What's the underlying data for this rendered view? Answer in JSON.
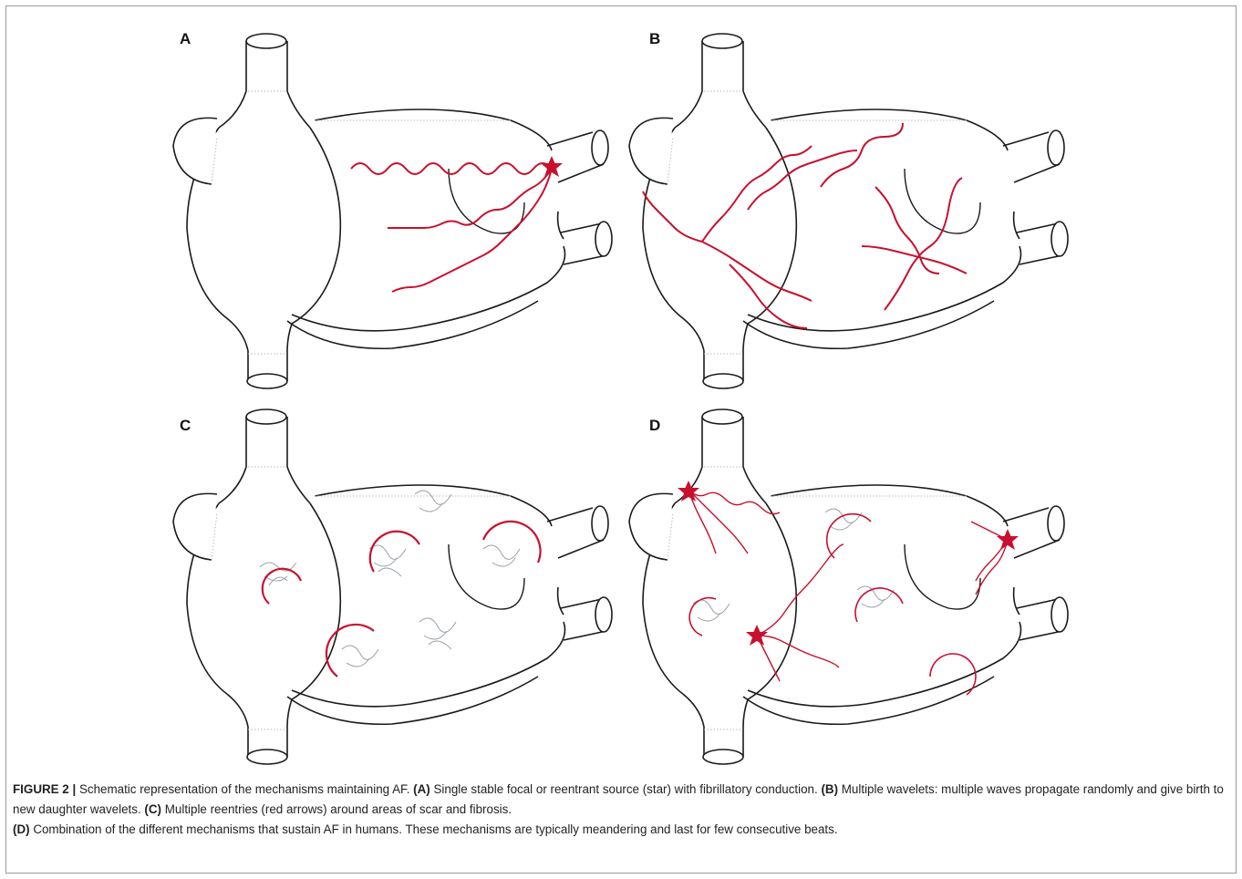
{
  "panels": [
    {
      "id": "A",
      "label": "A"
    },
    {
      "id": "B",
      "label": "B"
    },
    {
      "id": "C",
      "label": "C"
    },
    {
      "id": "D",
      "label": "D"
    }
  ],
  "caption": {
    "figure_label": "FIGURE 2 |",
    "intro": " Schematic representation of the mechanisms maintaining AF. ",
    "a_label": "(A)",
    "a_text": " Single stable focal or reentrant source (star) with fibrillatory conduction. ",
    "b_label": "(B)",
    "b_text": " Multiple wavelets: multiple waves propagate randomly and give birth to new daughter wavelets. ",
    "c_label": "(C)",
    "c_text": " Multiple reentries (red arrows) around areas of scar and fibrosis.",
    "d_label": "(D)",
    "d_text": " Combination of the different mechanisms that sustain AF in humans. These mechanisms are typically meandering and last for few consecutive beats."
  },
  "colors": {
    "outline": "#1a1a1a",
    "signal_red": "#c8102e",
    "fibrosis_gray": "#9aa0a8",
    "frame": "#9a9a9a"
  }
}
